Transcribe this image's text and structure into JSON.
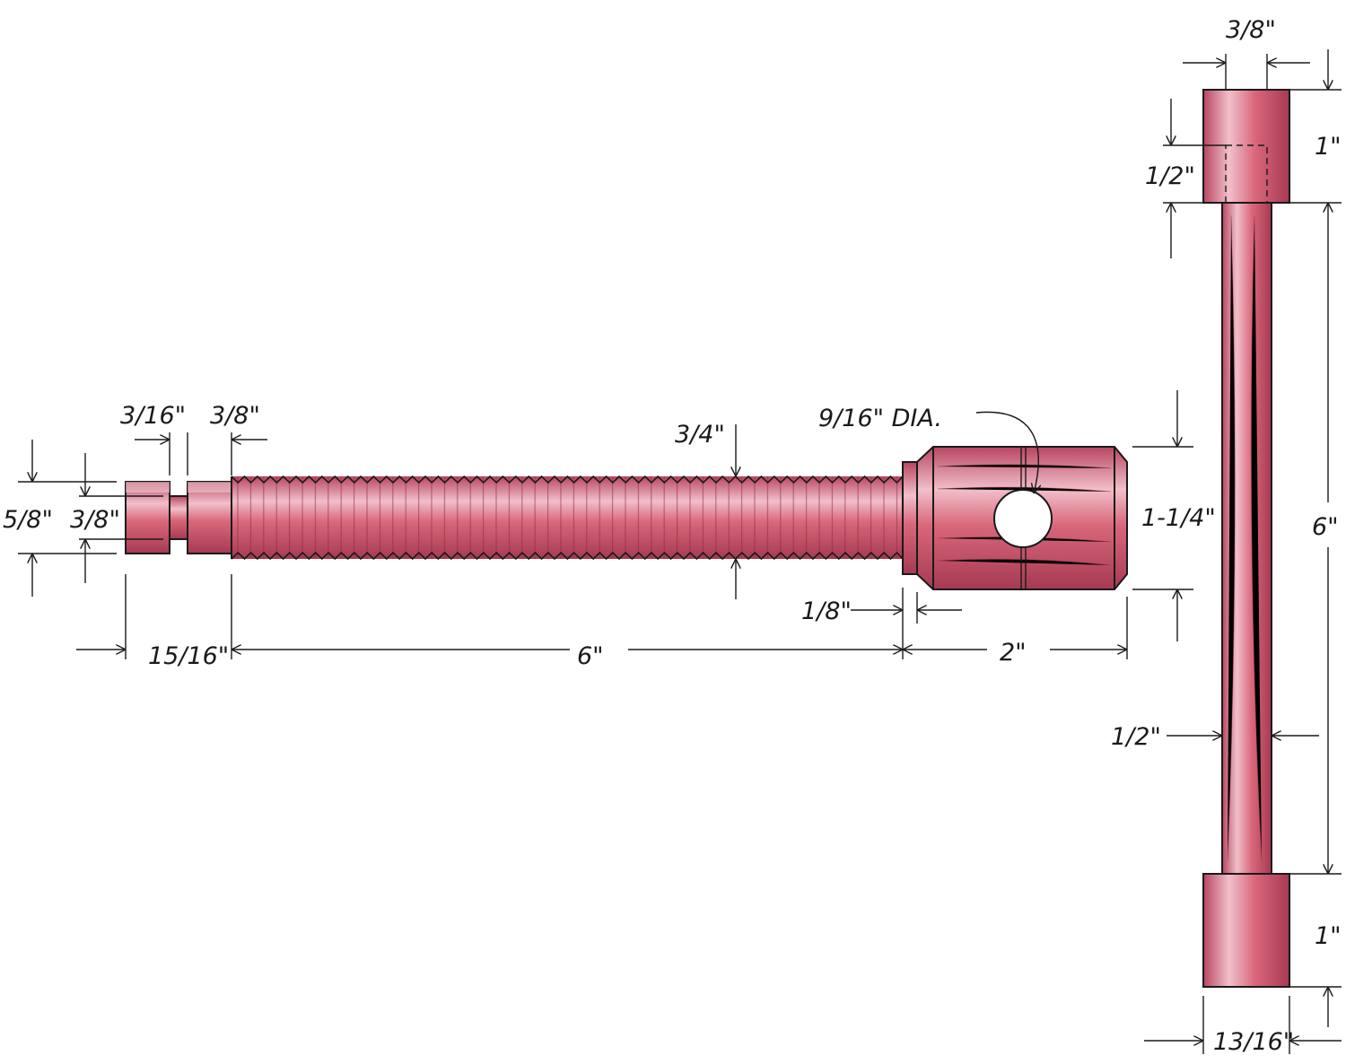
{
  "colors": {
    "wood_base": "#d9677b",
    "wood_light": "#f4c4cf",
    "wood_dark": "#9e3148",
    "outline": "#1a1a1a",
    "hole": "#ffffff"
  },
  "screw_dims": {
    "tip_collar_width": "3/16\"",
    "shoulder_width": "3/8\"",
    "tip_diameter": "5/8\"",
    "neck_diameter": "3/8\"",
    "thread_diameter": "3/4\"",
    "hole_diameter": "9/16\" DIA.",
    "head_diameter": "1-1/4\"",
    "head_chamfer": "1/8\"",
    "tip_length": "15/16\"",
    "thread_length": "6\"",
    "head_length": "2\""
  },
  "handle_dims": {
    "cap_inner_width": "3/8\"",
    "cap_length_top": "1\"",
    "cap_bore_depth": "1/2\"",
    "handle_length": "6\"",
    "shaft_diameter": "1/2\"",
    "cap_length_bottom": "1\"",
    "cap_diameter": "13/16\""
  }
}
